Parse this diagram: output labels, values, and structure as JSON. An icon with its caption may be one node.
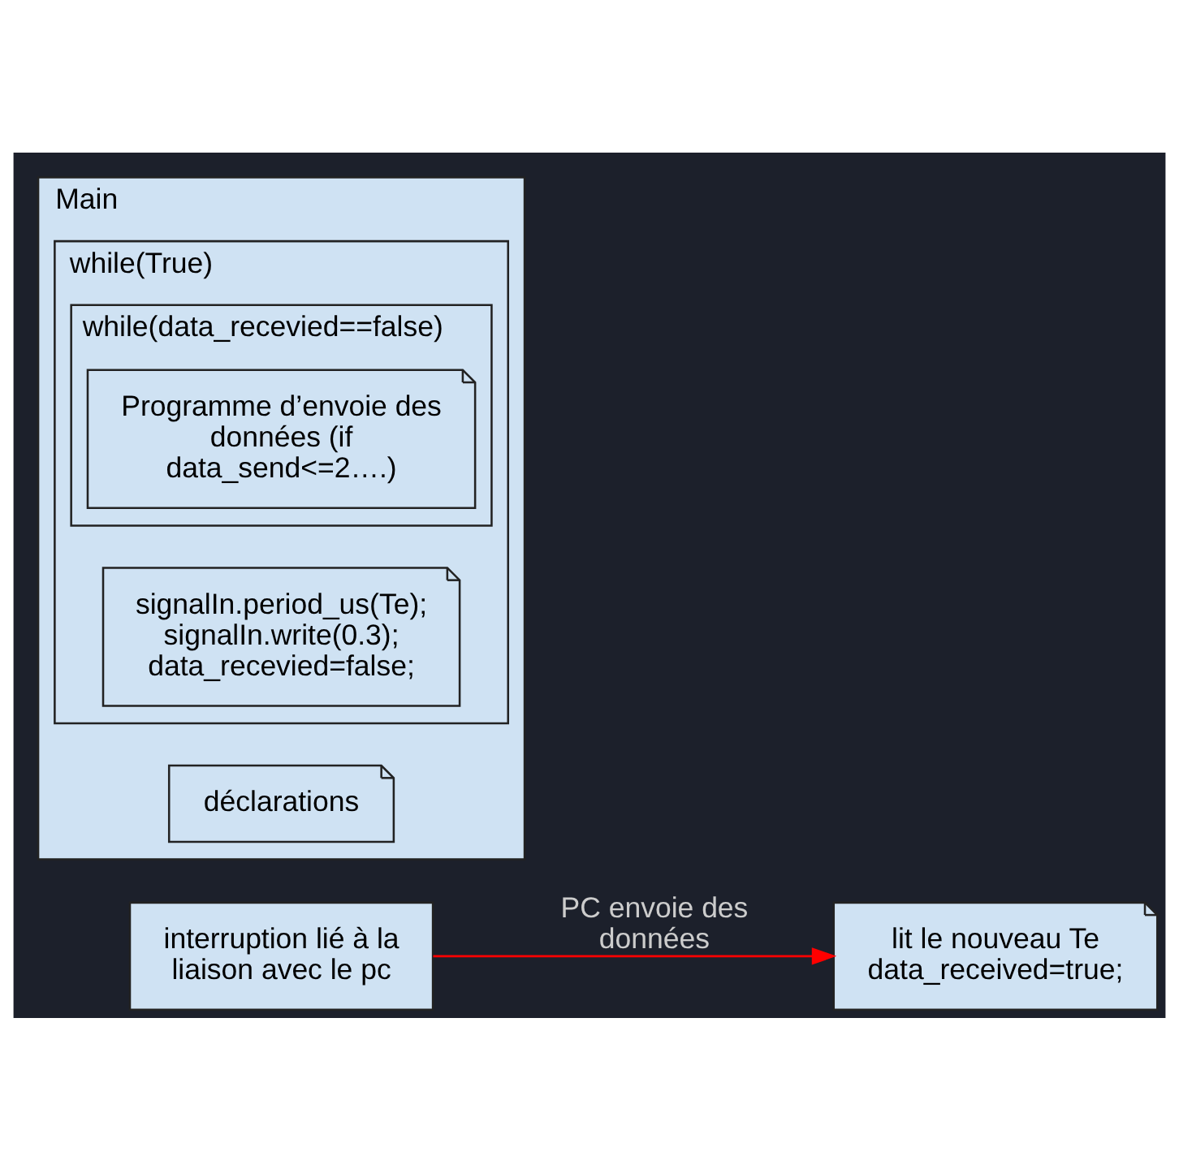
{
  "diagram": {
    "nodes": [
      {
        "text": [
          "interruption lié à la liaison avec le pc"
        ]
      },
      {
        "text": [
          "lit le nouveau Te data_received=true;"
        ]
      },
      {
        "text": [
          "Main"
        ]
      },
      {
        "text": [
          "déclarations"
        ],
        "in": 2
      },
      {
        "text": [
          "while(True)"
        ],
        "in": 2
      },
      {
        "text": [
          "signalIn.period_us(Te); signalIn.write(0.3); data_recevied=false;"
        ],
        "in": 4
      },
      {
        "text": [
          "while(data_recevied==false)"
        ],
        "in": 4
      },
      {
        "text": [
          "Programme d’envoie des données (if data_send<=2….)"
        ],
        "in": 6
      }
    ],
    "edges": [
      {
        "from": 0,
        "to": 1,
        "arrow": "to",
        "label": "PC envoie des données",
        "color": "#ff0000"
      }
    ]
  }
}
